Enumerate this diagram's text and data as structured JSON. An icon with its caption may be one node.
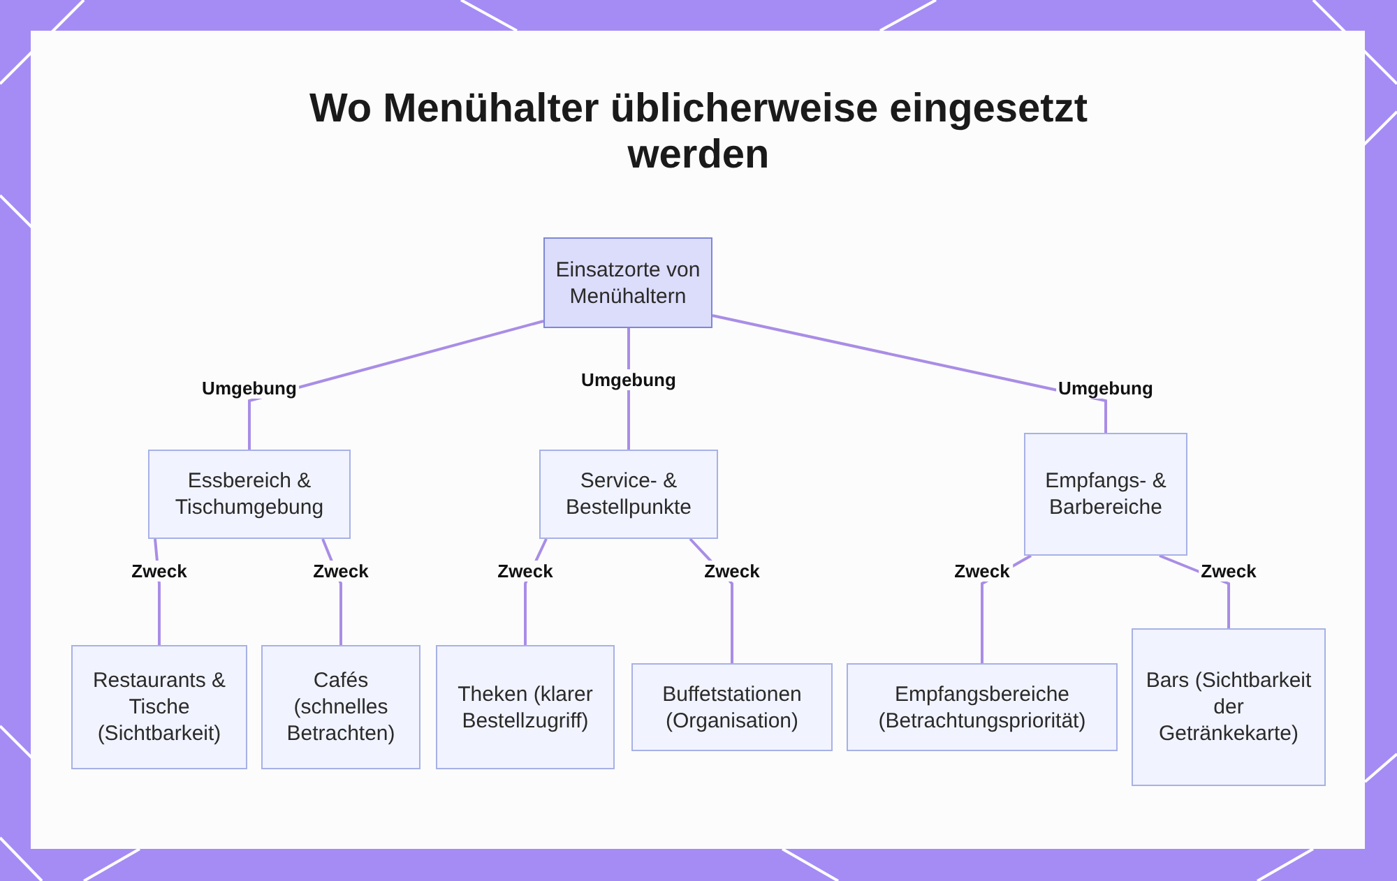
{
  "diagram": {
    "title": "Wo Menühalter üblicherweise eingesetzt werden",
    "nodes": [
      {
        "text": [
          "Einsatzorte von Menühaltern"
        ]
      },
      {
        "text": [
          "Essbereich & Tischumgebung"
        ]
      },
      {
        "text": [
          "Service- & Bestellpunkte"
        ]
      },
      {
        "text": [
          "Empfangs- & Barbereiche"
        ]
      },
      {
        "text": [
          "Restaurants & Tische (Sichtbarkeit)"
        ]
      },
      {
        "text": [
          "Cafés (schnelles Betrachten)"
        ]
      },
      {
        "text": [
          "Theken (klarer Bestellzugriff)"
        ]
      },
      {
        "text": [
          "Buffetstationen (Organisation)"
        ]
      },
      {
        "text": [
          "Empfangsbereiche (Betrachtungspriorität)"
        ]
      },
      {
        "text": [
          "Bars (Sichtbarkeit der Getränkekarte)"
        ]
      }
    ],
    "edges": [
      {
        "from": 0,
        "to": 1,
        "arrow": "none",
        "label": "Umgebung"
      },
      {
        "from": 0,
        "to": 2,
        "arrow": "none",
        "label": "Umgebung"
      },
      {
        "from": 0,
        "to": 3,
        "arrow": "none",
        "label": "Umgebung"
      },
      {
        "from": 1,
        "to": 4,
        "arrow": "none",
        "label": "Zweck"
      },
      {
        "from": 1,
        "to": 5,
        "arrow": "none",
        "label": "Zweck"
      },
      {
        "from": 2,
        "to": 6,
        "arrow": "none",
        "label": "Zweck"
      },
      {
        "from": 2,
        "to": 7,
        "arrow": "none",
        "label": "Zweck"
      },
      {
        "from": 3,
        "to": 8,
        "arrow": "none",
        "label": "Zweck"
      },
      {
        "from": 3,
        "to": 9,
        "arrow": "none",
        "label": "Zweck"
      }
    ]
  }
}
